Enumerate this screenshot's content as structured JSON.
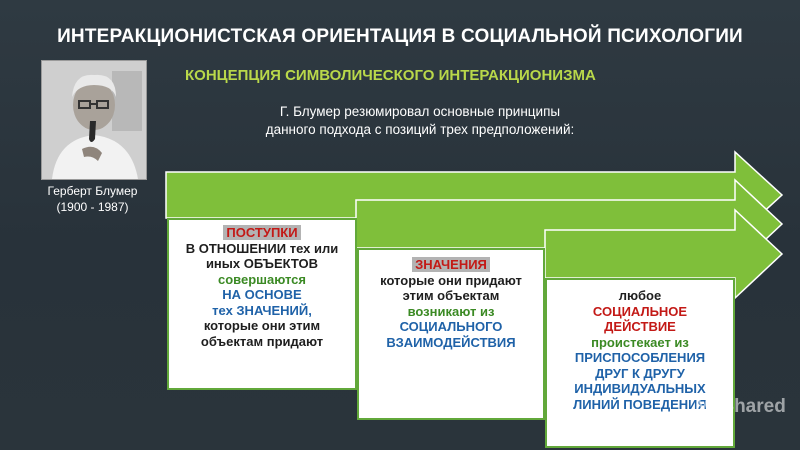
{
  "title": "ИНТЕРАКЦИОНИСТСКАЯ ОРИЕНТАЦИЯ В СОЦИАЛЬНОЙ ПСИХОЛОГИИ",
  "subtitle": "КОНЦЕПЦИЯ СИМВОЛИЧЕСКОГО ИНТЕРАКЦИОНИЗМА",
  "intro": {
    "line1": "Г. Блумер резюмировал основные принципы",
    "line2": "данного подхода с позиций трех предположений:"
  },
  "person": {
    "name": "Герберт Блумер",
    "years": "(1900 - 1987)"
  },
  "box1": {
    "l1": "ПОСТУПКИ",
    "l2": "В ОТНОШЕНИИ тех или",
    "l3": "иных ОБЪЕКТОВ",
    "l4": "совершаются",
    "l5": "НА ОСНОВЕ",
    "l6": "тех ЗНАЧЕНИЙ,",
    "l7": "которые они этим",
    "l8": "объектам придают"
  },
  "box2": {
    "l1": "ЗНАЧЕНИЯ",
    "l2": "которые они придают",
    "l3": "этим объектам",
    "l4": "возникают из",
    "l5": "СОЦИАЛЬНОГО",
    "l6": "ВЗАИМОДЕЙСТВИЯ"
  },
  "box3": {
    "l1": "любое",
    "l2": "СОЦИАЛЬНОЕ",
    "l3": "ДЕЙСТВИЕ",
    "l4": "проистекает из",
    "l5": "ПРИСПОСОБЛЕНИЯ",
    "l6": "ДРУГ К ДРУГУ",
    "l7": "ИНДИВИДУАЛЬНЫХ",
    "l8": "ЛИНИЙ ПОВЕДЕНИЯ"
  },
  "watermark": "MyShared",
  "colors": {
    "background": "#2b353c",
    "accent_green": "#7fbf3a",
    "title_green": "#b9d84a",
    "red": "#c31916",
    "green_text": "#3b8a24",
    "blue_text": "#1f62a8"
  }
}
